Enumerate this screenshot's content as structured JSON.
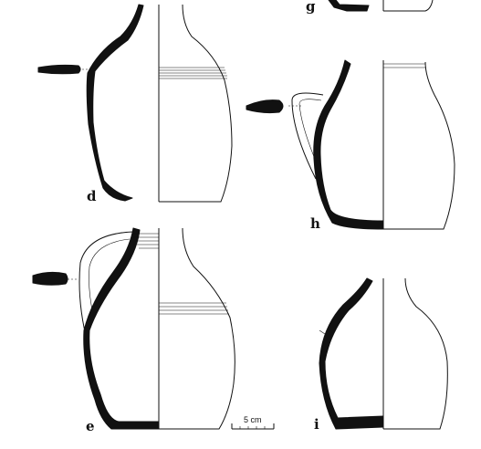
{
  "figure": {
    "labels": {
      "d": "d",
      "e": "e",
      "g": "g",
      "h": "h",
      "i": "i"
    },
    "scale_bar": {
      "label": "5 cm"
    }
  }
}
